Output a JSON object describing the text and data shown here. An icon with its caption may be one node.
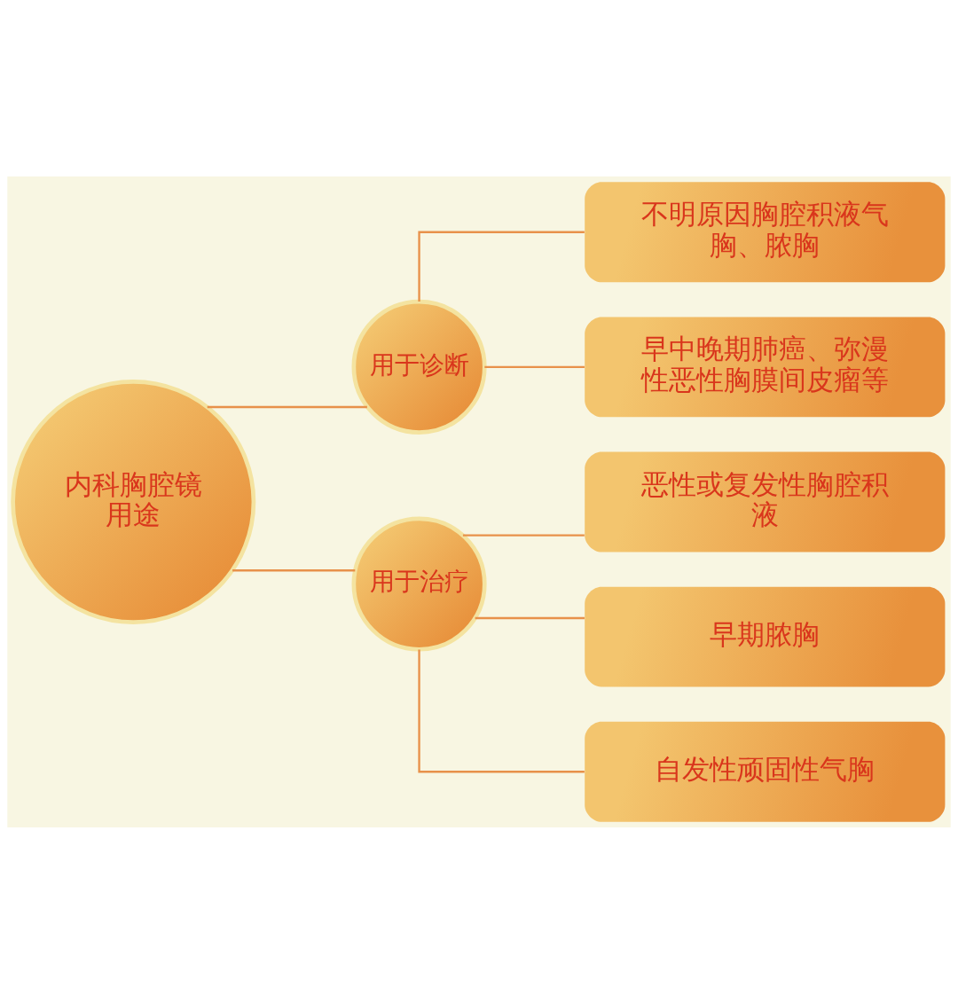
{
  "diagram": {
    "nodes": [
      {
        "text": [
          "内科胸腔镜用途"
        ]
      },
      {
        "text": [
          "用于诊断"
        ]
      },
      {
        "text": [
          "不明原因胸腔积液气胸、脓胸"
        ]
      },
      {
        "text": [
          "早中晚期肺癌、弥漫性恶性胸膜间皮瘤等"
        ]
      },
      {
        "text": [
          "用于治疗"
        ]
      },
      {
        "text": [
          "恶性或复发性胸腔积液"
        ]
      },
      {
        "text": [
          "早期脓胸"
        ]
      },
      {
        "text": [
          "自发性顽固性气胸"
        ]
      }
    ],
    "edges": [
      {
        "from": 0,
        "to": 1,
        "arrow": "none"
      },
      {
        "from": 0,
        "to": 4,
        "arrow": "none"
      },
      {
        "from": 1,
        "to": 2,
        "arrow": "none"
      },
      {
        "from": 1,
        "to": 3,
        "arrow": "none"
      },
      {
        "from": 4,
        "to": 5,
        "arrow": "none"
      },
      {
        "from": 4,
        "to": 6,
        "arrow": "none"
      },
      {
        "from": 4,
        "to": 7,
        "arrow": "none"
      }
    ]
  }
}
